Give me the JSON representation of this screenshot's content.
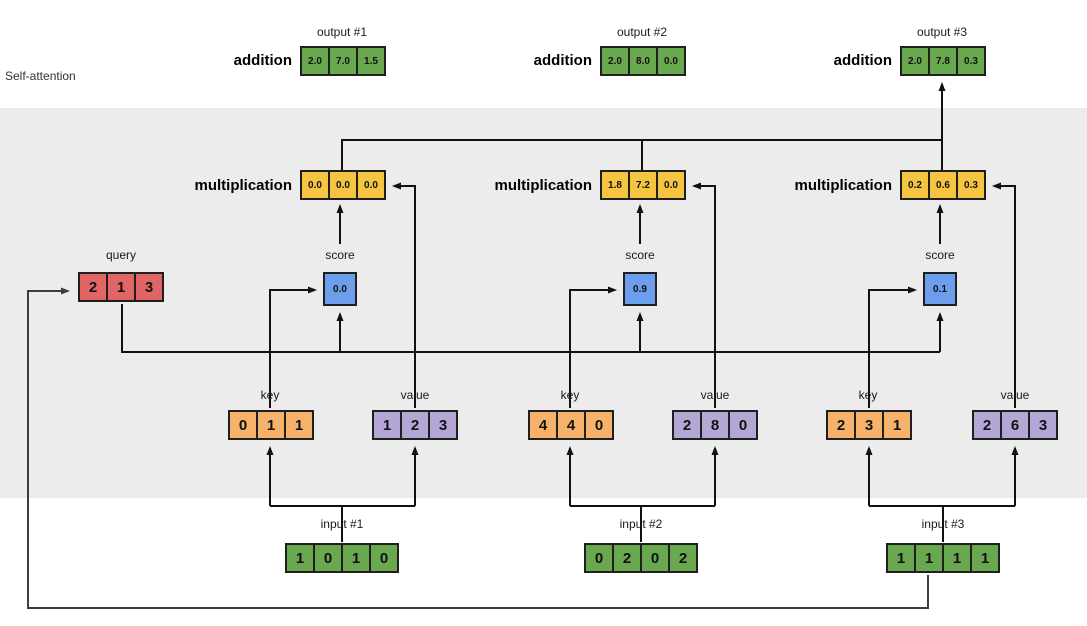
{
  "section_label": "Self-attention",
  "colors": {
    "green": "#6aa84f",
    "yellow": "#f5c542",
    "red": "#e06666",
    "blue": "#6d9eeb",
    "orange": "#f6b26b",
    "purple": "#b4a7d6",
    "band": "#ececec"
  },
  "query": {
    "label": "query",
    "values": [
      "2",
      "1",
      "3"
    ]
  },
  "columns": [
    {
      "output": {
        "label": "output #1",
        "op": "addition",
        "values": [
          "2.0",
          "7.0",
          "1.5"
        ]
      },
      "multiplication": {
        "op": "multiplication",
        "values": [
          "0.0",
          "0.0",
          "0.0"
        ]
      },
      "score": {
        "label": "score",
        "value": "0.0"
      },
      "key": {
        "label": "key",
        "values": [
          "0",
          "1",
          "1"
        ]
      },
      "value": {
        "label": "value",
        "values": [
          "1",
          "2",
          "3"
        ]
      },
      "input": {
        "label": "input #1",
        "values": [
          "1",
          "0",
          "1",
          "0"
        ]
      }
    },
    {
      "output": {
        "label": "output #2",
        "op": "addition",
        "values": [
          "2.0",
          "8.0",
          "0.0"
        ]
      },
      "multiplication": {
        "op": "multiplication",
        "values": [
          "1.8",
          "7.2",
          "0.0"
        ]
      },
      "score": {
        "label": "score",
        "value": "0.9"
      },
      "key": {
        "label": "key",
        "values": [
          "4",
          "4",
          "0"
        ]
      },
      "value": {
        "label": "value",
        "values": [
          "2",
          "8",
          "0"
        ]
      },
      "input": {
        "label": "input #2",
        "values": [
          "0",
          "2",
          "0",
          "2"
        ]
      }
    },
    {
      "output": {
        "label": "output #3",
        "op": "addition",
        "values": [
          "2.0",
          "7.8",
          "0.3"
        ]
      },
      "multiplication": {
        "op": "multiplication",
        "values": [
          "0.2",
          "0.6",
          "0.3"
        ]
      },
      "score": {
        "label": "score",
        "value": "0.1"
      },
      "key": {
        "label": "key",
        "values": [
          "2",
          "3",
          "1"
        ]
      },
      "value": {
        "label": "value",
        "values": [
          "2",
          "6",
          "3"
        ]
      },
      "input": {
        "label": "input #3",
        "values": [
          "1",
          "1",
          "1",
          "1"
        ]
      }
    }
  ]
}
